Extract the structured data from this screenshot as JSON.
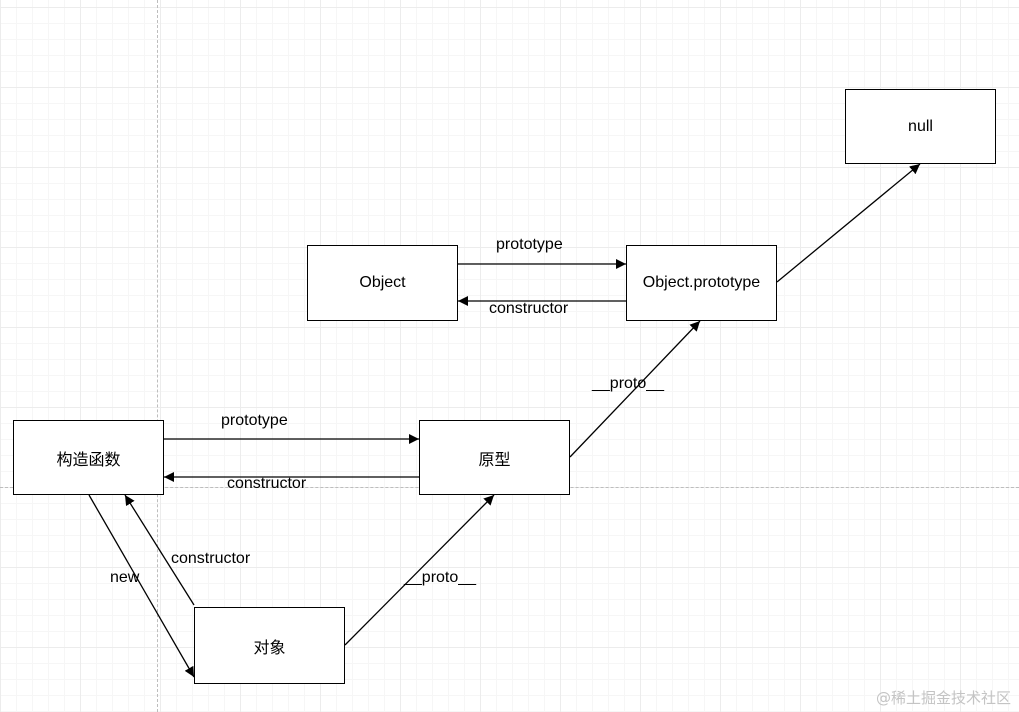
{
  "nodes": {
    "null": "null",
    "object": "Object",
    "object_prototype": "Object.prototype",
    "constructor_fn": "构造函数",
    "prototype": "原型",
    "instance": "对象"
  },
  "edges": {
    "object_to_objproto": "prototype",
    "objproto_to_object": "constructor",
    "proto_to_objproto": "__proto__",
    "ctor_to_proto": "prototype",
    "proto_to_ctor": "constructor",
    "instance_to_ctor": "constructor",
    "ctor_to_instance": "new",
    "instance_to_proto": "__proto__"
  },
  "watermark": "@稀土掘金技术社区"
}
